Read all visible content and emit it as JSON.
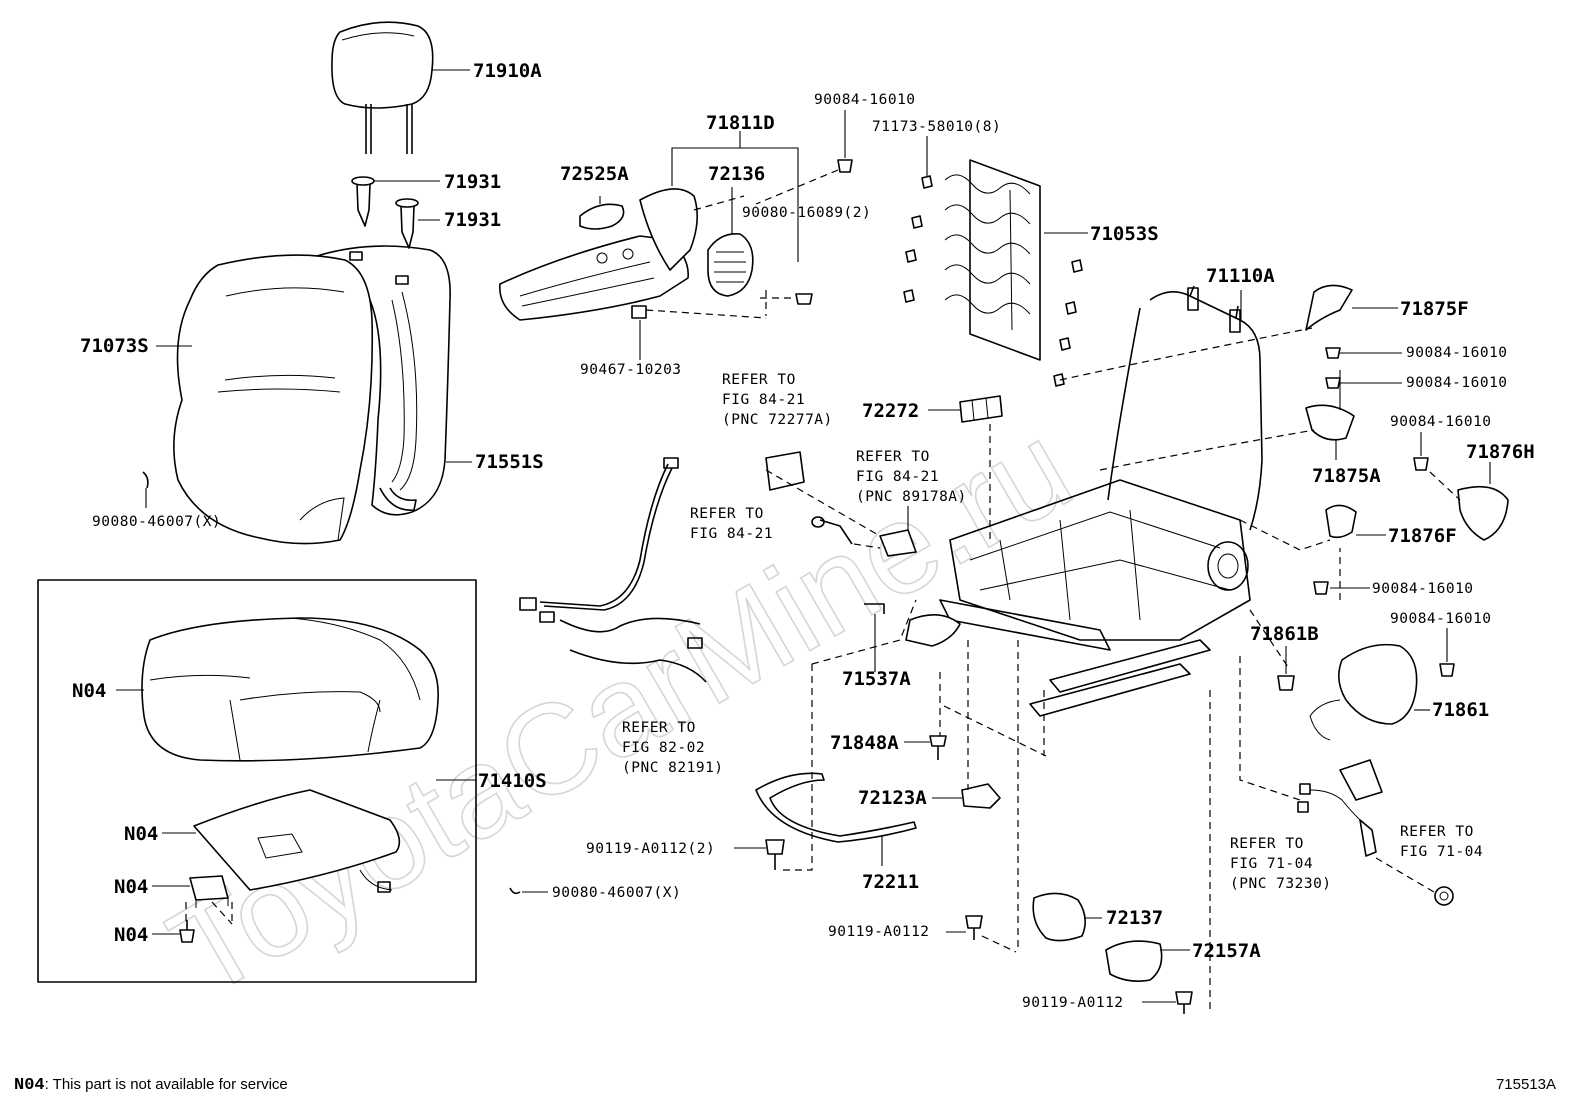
{
  "watermark": "ToyotaCarMine.ru",
  "figure_id": "715513A",
  "footnote": {
    "code": "N04",
    "text": ": This part is not available for service"
  },
  "labels": {
    "l71910A": "71910A",
    "l71931a": "71931",
    "l71931b": "71931",
    "l71073S": "71073S",
    "l71551S": "71551S",
    "l90080_46007_x_a": "90080-46007(X)",
    "l72525A": "72525A",
    "l71811D": "71811D",
    "l72136": "72136",
    "l90084_16010_top": "90084-16010",
    "l90080_16089": "90080-16089(2)",
    "l90467_10203": "90467-10203",
    "l71173_58010": "71173-58010(8)",
    "l71053S": "71053S",
    "l71110A": "71110A",
    "l71875F": "71875F",
    "l90084_16010_r1": "90084-16010",
    "l90084_16010_r2": "90084-16010",
    "l90084_16010_r3": "90084-16010",
    "l71875A": "71875A",
    "l71876H": "71876H",
    "l71876F": "71876F",
    "l90084_16010_r4": "90084-16010",
    "l90084_16010_r5": "90084-16010",
    "l71861B": "71861B",
    "l71861": "71861",
    "l72272": "72272",
    "l71537A": "71537A",
    "l71848A": "71848A",
    "l72123A": "72123A",
    "l72211": "72211",
    "l90119_A0112_2": "90119-A0112(2)",
    "l90080_46007_x_b": "90080-46007(X)",
    "l90119_A0112_a": "90119-A0112",
    "l90119_A0112_b": "90119-A0112",
    "l72137": "72137",
    "l72157A": "72157A",
    "l71410S": "71410S",
    "lN04a": "N04",
    "lN04b": "N04",
    "lN04c": "N04",
    "lN04d": "N04"
  },
  "refs": {
    "r1": [
      "REFER TO",
      "FIG 84-21",
      "(PNC 72277A)"
    ],
    "r2": [
      "REFER TO",
      "FIG 84-21",
      "(PNC 89178A)"
    ],
    "r3": [
      "REFER TO",
      "FIG 84-21"
    ],
    "r4": [
      "REFER TO",
      "FIG 82-02",
      "(PNC 82191)"
    ],
    "r5": [
      "REFER TO",
      "FIG 71-04",
      "(PNC 73230)"
    ],
    "r6": [
      "REFER TO",
      "FIG 71-04"
    ]
  }
}
